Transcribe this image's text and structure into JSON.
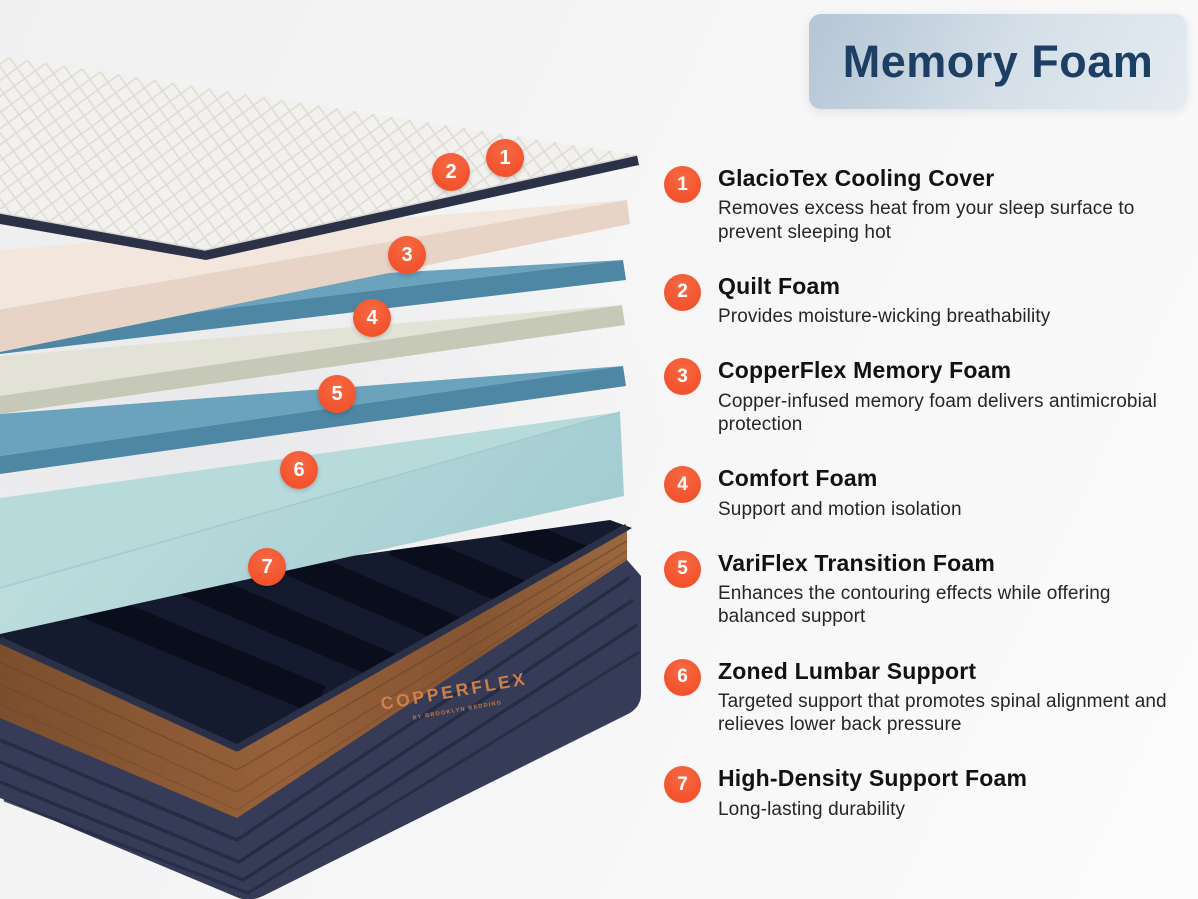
{
  "title": "Memory Foam",
  "colors": {
    "badge": "#F2532D",
    "title_text": "#1D3F63",
    "title_bg_from": "#B4C5D4",
    "title_bg_mid": "#D6E0E9",
    "title_bg_to": "#E4EBF1",
    "page_bg": "#F5F5F6",
    "heading": "#121212",
    "body": "#262626",
    "cover": "#F2F1EE",
    "cover_rim": "#2B3147",
    "memory_pink": "#F3E6DD",
    "memory_pink_edge": "#E8D4C7",
    "foam_blue": "#6BA2BC",
    "foam_blue_edge": "#4E87A3",
    "sage": "#E2E3D6",
    "sage_edge": "#C6C9B7",
    "aqua": "#B7DADB",
    "aqua_edge": "#AFD4D6",
    "wood": "#8A5A38",
    "base_side": "#363C57",
    "base_interior": "#151B2E",
    "brand": "#CE8049"
  },
  "mattress": {
    "brand": "COPPERFLEX",
    "brand_sub": "BY BROOKLYN BEDDING",
    "layers": [
      {
        "number": "1",
        "name": "GlacioTex Cooling Cover",
        "color": "#F2F1EE"
      },
      {
        "number": "2",
        "name": "Quilt Foam",
        "color": "#F2F1EE"
      },
      {
        "number": "3",
        "name": "CopperFlex Memory Foam",
        "color": "#F3E6DD"
      },
      {
        "number": "4",
        "name": "Comfort Foam",
        "color": "#6BA2BC"
      },
      {
        "number": "5",
        "name": "VariFlex Transition Foam",
        "color": "#E2E3D6"
      },
      {
        "number": "6",
        "name": "Zoned Lumbar Support",
        "color": "#6BA2BC"
      },
      {
        "number": "7",
        "name": "High-Density Support Foam",
        "color": "#B7DADB"
      }
    ]
  },
  "legend": {
    "items": [
      {
        "number": "1",
        "title": "GlacioTex Cooling Cover",
        "description": "Removes excess heat from your sleep surface to prevent sleeping hot"
      },
      {
        "number": "2",
        "title": "Quilt Foam",
        "description": "Provides moisture-wicking breathability"
      },
      {
        "number": "3",
        "title": "CopperFlex Memory Foam",
        "description": "Copper-infused memory foam delivers antimicrobial protection"
      },
      {
        "number": "4",
        "title": "Comfort Foam",
        "description": "Support and motion isolation"
      },
      {
        "number": "5",
        "title": "VariFlex Transition Foam",
        "description": "Enhances the contouring effects while offering balanced support"
      },
      {
        "number": "6",
        "title": "Zoned Lumbar Support",
        "description": "Targeted support that promotes spinal alignment and relieves lower back pressure"
      },
      {
        "number": "7",
        "title": "High-Density Support Foam",
        "description": "Long-lasting durability"
      }
    ]
  }
}
